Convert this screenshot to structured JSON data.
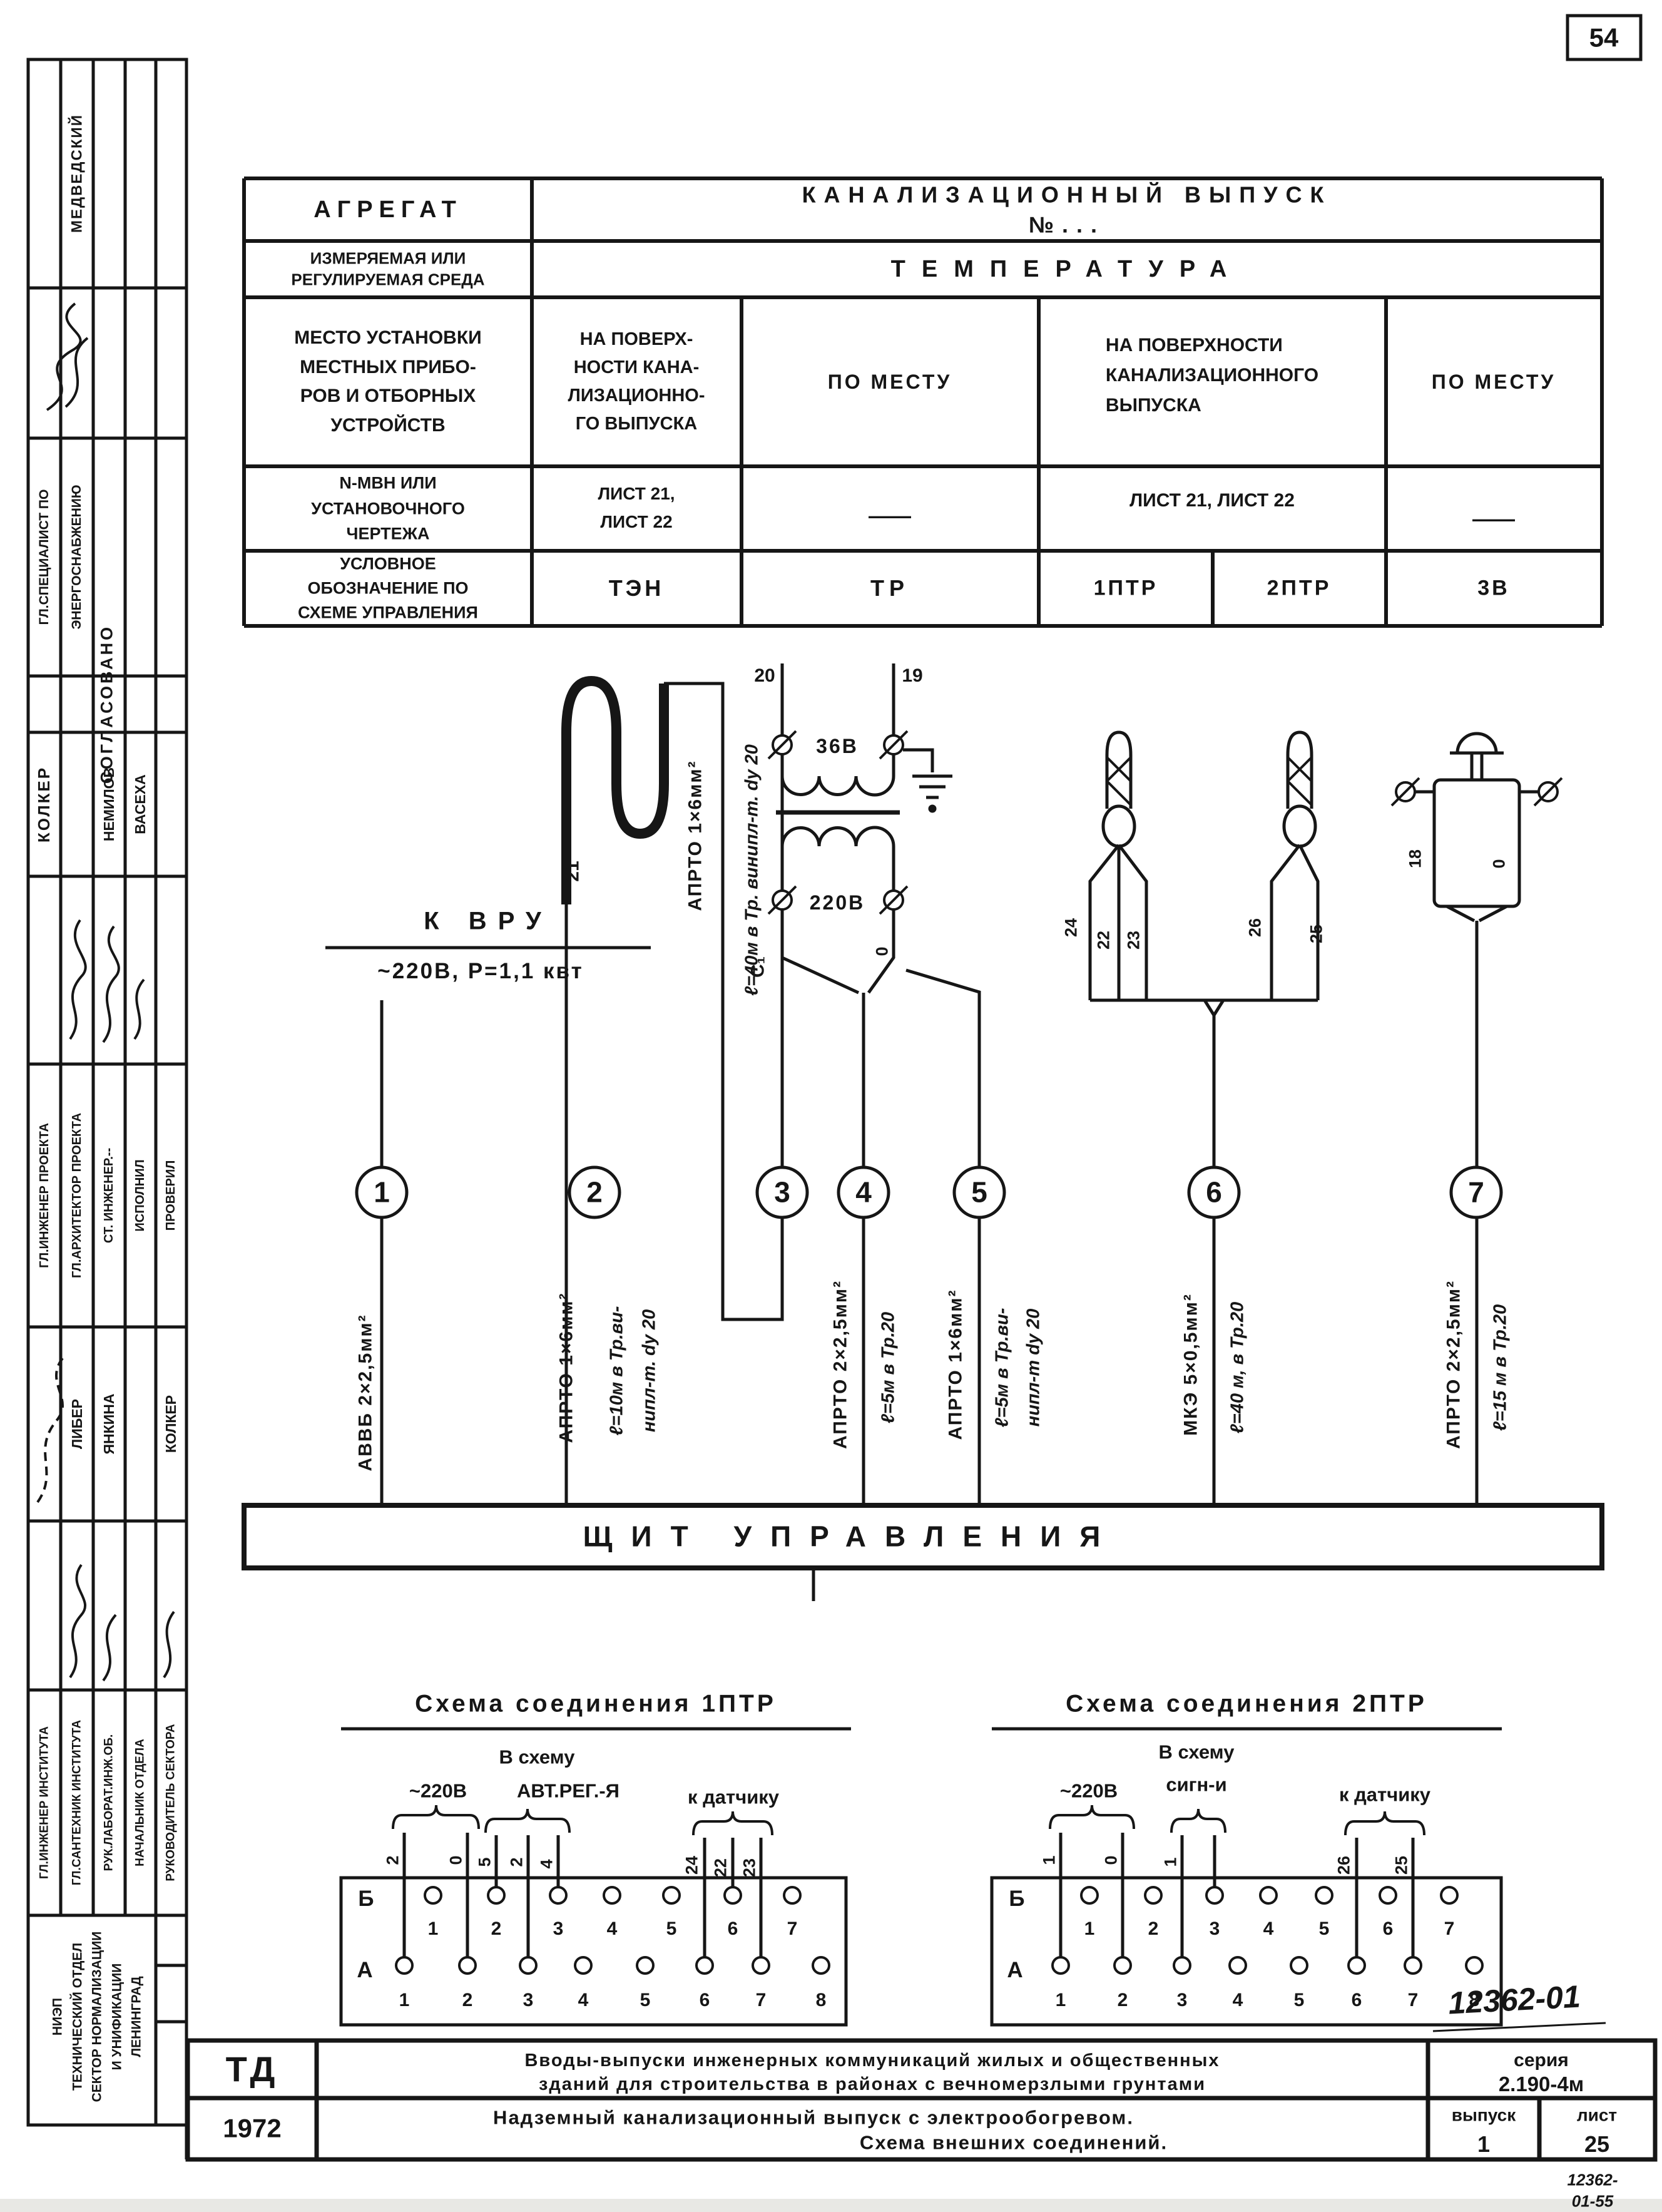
{
  "page": {
    "number": "54"
  },
  "sidebar": {
    "approved": "СОГЛАСОВАНО",
    "spec_role1": "ГЛ.СПЕЦИАЛИСТ ПО",
    "spec_role2": "ЭНЕРГОСНАБЖЕНИЮ",
    "medvedsky": "МЕДВЕДСКИЙ",
    "kolker": "КОЛКЕР",
    "nemilov": "НЕМИЛОВ",
    "vasekha": "ВАСЕХА",
    "chief_project_engineer": "ГЛ.ИНЖЕНЕР ПРОЕКТА",
    "chief_architect": "ГЛ.АРХИТЕКТОР ПРОЕКТА",
    "senior_engineer": "СТ. ИНЖЕНЕР.--",
    "executed_by": "ИСПОЛНИЛ",
    "checked_by": "ПРОВЕРИЛ",
    "liber": "ЛИБЕР",
    "yankina": "ЯНКИНА",
    "kolker2": "КОЛКЕР",
    "inst_chief_engineer": "ГЛ.ИНЖЕНЕР ИНСТИТУТА",
    "inst_chief_plumber": "ГЛ.САНТЕХНИК ИНСТИТУТА",
    "lab_head": "РУК.ЛАБОРАТ.ИНЖ.ОБ.",
    "dept_head": "НАЧАЛЬНИК ОТДЕЛА",
    "sector_head": "РУКОВОДИТЕЛЬ СЕКТОРА",
    "stamp": "НИЭП\nТЕХНИЧЕСКИЙ ОТДЕЛ\nСЕКТОР  НОРМАЛИЗАЦИИ\nИ УНИФИКАЦИИ\nЛЕНИНГРАД"
  },
  "table": {
    "agregat": "АГРЕГАТ",
    "vypusk": "КАНАЛИЗАЦИОННЫЙ   ВЫПУСК  №...",
    "sreda": "ИЗМЕРЯЕМАЯ  ИЛИ\nРЕГУЛИРУЕМАЯ СРЕДА",
    "temperatura": "ТЕМПЕРАТУРА",
    "mesto": "МЕСТО УСТАНОВКИ\nМЕСТНЫХ  ПРИБО-\nРОВ И ОТБОРНЫХ\nУСТРОЙСТВ",
    "pov1": "НА ПОВЕРХ-\nНОСТИ КАНА-\nЛИЗАЦИОННО-\nГО ВЫПУСКА",
    "po_mestu1": "ПО  МЕСТУ",
    "pov2": "НА  ПОВЕРХНОСТИ\nКАНАЛИЗАЦИОННОГО\nВЫПУСКА",
    "po_mestu2": "ПО  МЕСТУ",
    "nmvn": "N-МВН  ИЛИ\nУСТАНОВОЧНОГО\nЧЕРТЕЖА",
    "list1": "ЛИСТ 21,\nЛИСТ 22",
    "dash1": "——",
    "list2": "ЛИСТ  21,  ЛИСТ 22",
    "dash2": "——",
    "uslovnoe": "УСЛОВНОЕ\nОБОЗНАЧЕНИЕ ПО\nСХЕМЕ УПРАВЛЕНИЯ",
    "ten": "ТЭН",
    "tr": "ТР",
    "ptr1": "1ПТР",
    "ptr2": "2ПТР",
    "zv": "3В"
  },
  "schematic": {
    "feed_title": "К  ВРУ",
    "feed_spec": "~220В,   Р=1,1 квт",
    "panel": "ЩИТ     УПРАВЛЕНИЯ",
    "term20": "20",
    "term19": "19",
    "v36": "36В",
    "v220": "220В",
    "c1": "С₁",
    "zero_tr": "0",
    "w21": "21",
    "w24": "24",
    "w22": "22",
    "w23": "23",
    "w26": "26",
    "w25": "25",
    "w18": "18",
    "w0": "0",
    "cables": [
      {
        "n": "1",
        "type": "АВВБ  2×2,5мм²",
        "len": "",
        "len2": ""
      },
      {
        "n": "2",
        "type": "АПРТО  1×6мм²",
        "len": "ℓ=10м  в Тр.ви-",
        "len2": "нипл-т.  dу 20"
      },
      {
        "n": "3",
        "type": "АПРТО  1×6мм²",
        "len": "ℓ=40м  в Тр. винипл-т. dу 20",
        "len2": ""
      },
      {
        "n": "4",
        "type": "АПРТО  2×2,5мм²",
        "len": "ℓ=5м   в Тр.20",
        "len2": ""
      },
      {
        "n": "5",
        "type": "АПРТО  1×6мм²",
        "len": "ℓ=5м  в Тр.ви-",
        "len2": "нипл-т  dу 20"
      },
      {
        "n": "6",
        "type": "МКЭ  5×0,5мм²",
        "len": "ℓ=40 м,  в Тр.20",
        "len2": ""
      },
      {
        "n": "7",
        "type": "АПРТО  2×2,5мм²",
        "len": "ℓ=15 м  в Тр.20",
        "len2": ""
      }
    ]
  },
  "conn1": {
    "title": "Схема соединения  1ПТР",
    "to_circuit": "В схему",
    "v220": "~220В",
    "reg": "АВТ.РЕГ.-Я",
    "to_sensor": "к датчику",
    "w": [
      "2",
      "0",
      "5",
      "2",
      "4",
      "24",
      "22",
      "23"
    ],
    "row_b": "Б",
    "row_a": "А",
    "b": [
      "1",
      "2",
      "3",
      "4",
      "5",
      "6",
      "7"
    ],
    "a": [
      "1",
      "2",
      "3",
      "4",
      "5",
      "6",
      "7",
      "8"
    ]
  },
  "conn2": {
    "title": "Схема соединения  2ПТР",
    "to_circuit": "В схему",
    "v220": "~220В",
    "sign": "сигн-и",
    "to_sensor": "к датчику",
    "w": [
      "1",
      "0",
      "1",
      "26",
      "25"
    ],
    "row_b": "Б",
    "row_a": "А",
    "b": [
      "1",
      "2",
      "3",
      "4",
      "5",
      "6",
      "7"
    ],
    "a": [
      "1",
      "2",
      "3",
      "4",
      "5",
      "6",
      "7",
      "8"
    ]
  },
  "title_block": {
    "org": "ТД",
    "year": "1972",
    "desc1": "Вводы-выпуски   инженерных   коммуникаций   жилых и общественных",
    "desc2": "зданий     для     строительства  в  районах  с  вечномерзлыми грунтами",
    "series_label": "серия",
    "series": "2.190-4м",
    "subject1": "Надземный   канализационный   выпуск  с  электрообогревом.",
    "subject2": "Схема  внешних  соединений.",
    "issue_label": "выпуск",
    "issue": "1",
    "sheet_label": "лист",
    "sheet": "25",
    "handwritten": "12362-01",
    "corner_note": "12362-01-55"
  }
}
